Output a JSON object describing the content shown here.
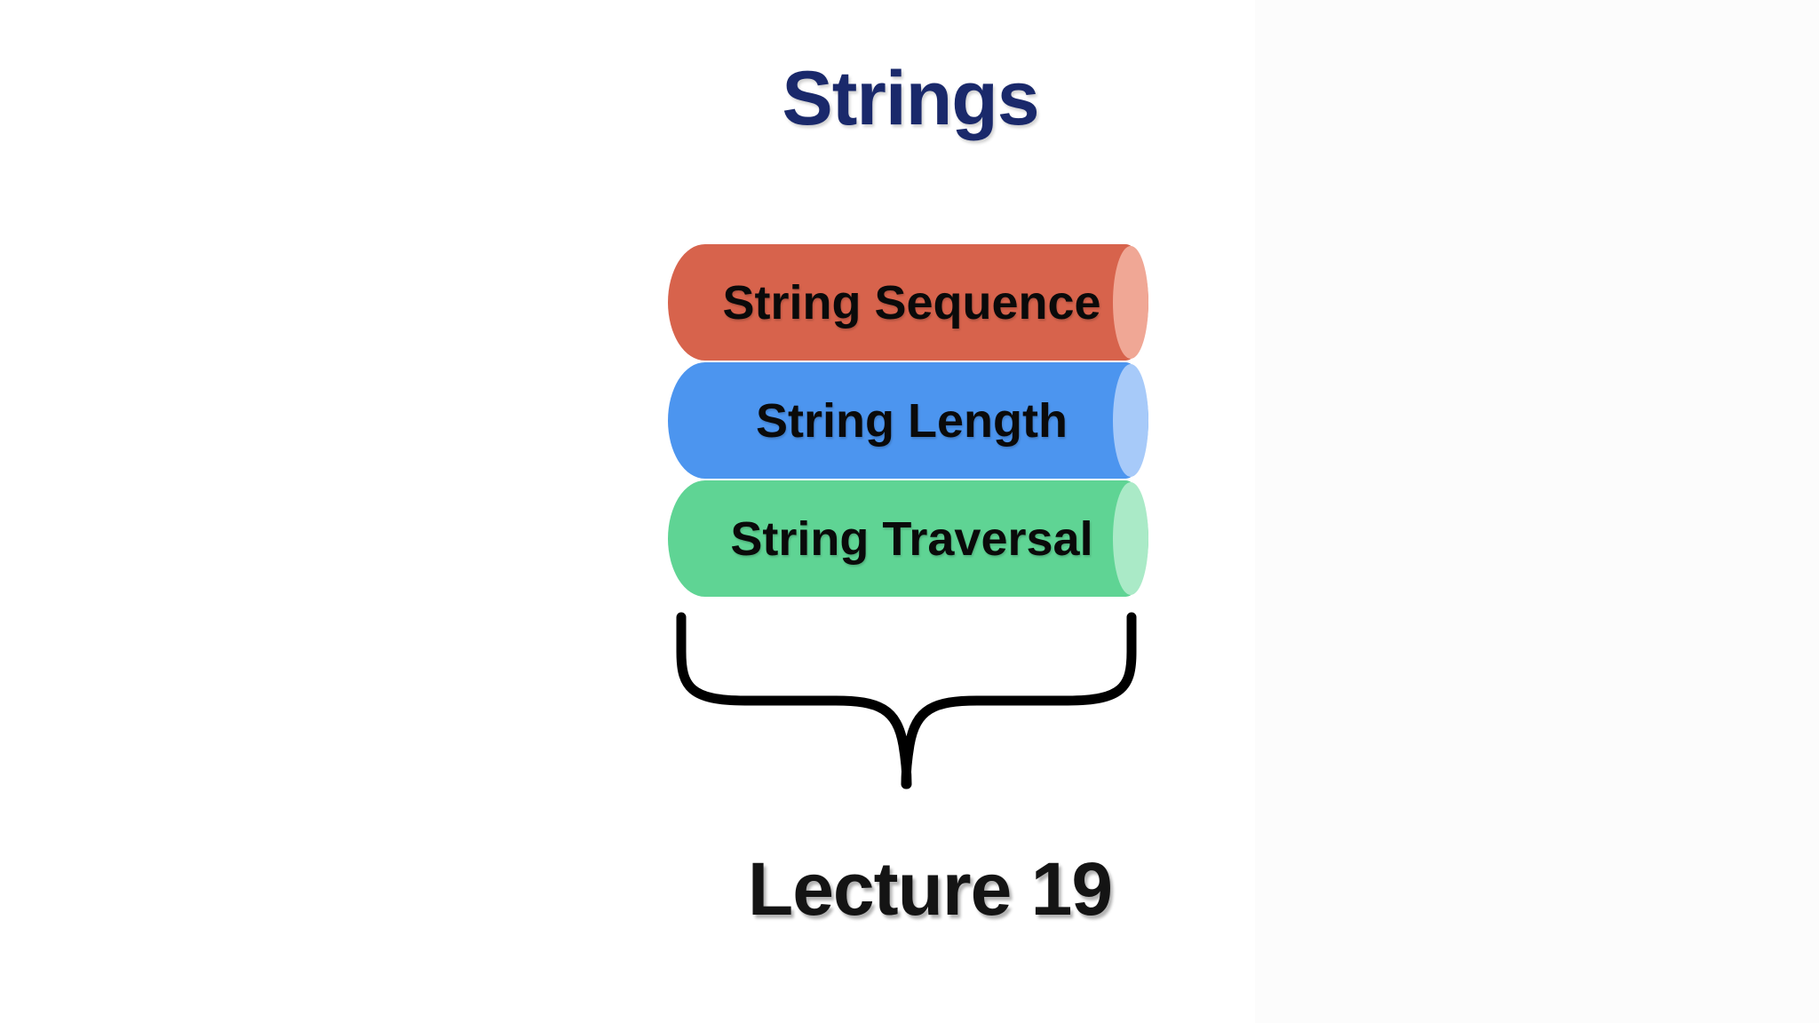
{
  "page": {
    "background": "#FFFFFF",
    "right_panel_tint": "#FCFCFC"
  },
  "slide": {
    "title": "Strings",
    "title_color": "#1A296B",
    "stack": [
      {
        "label": "String Sequence",
        "body_color": "#D7634C",
        "cap_color": "#F0A795"
      },
      {
        "label": "String Length",
        "body_color": "#4C95EF",
        "cap_color": "#A7CAF9"
      },
      {
        "label": "String Traversal",
        "body_color": "#5FD494",
        "cap_color": "#AAEAC7"
      }
    ],
    "label_color": "#0A0A0A",
    "brace_color": "#000000",
    "footer": "Lecture 19",
    "footer_color": "#141414"
  }
}
